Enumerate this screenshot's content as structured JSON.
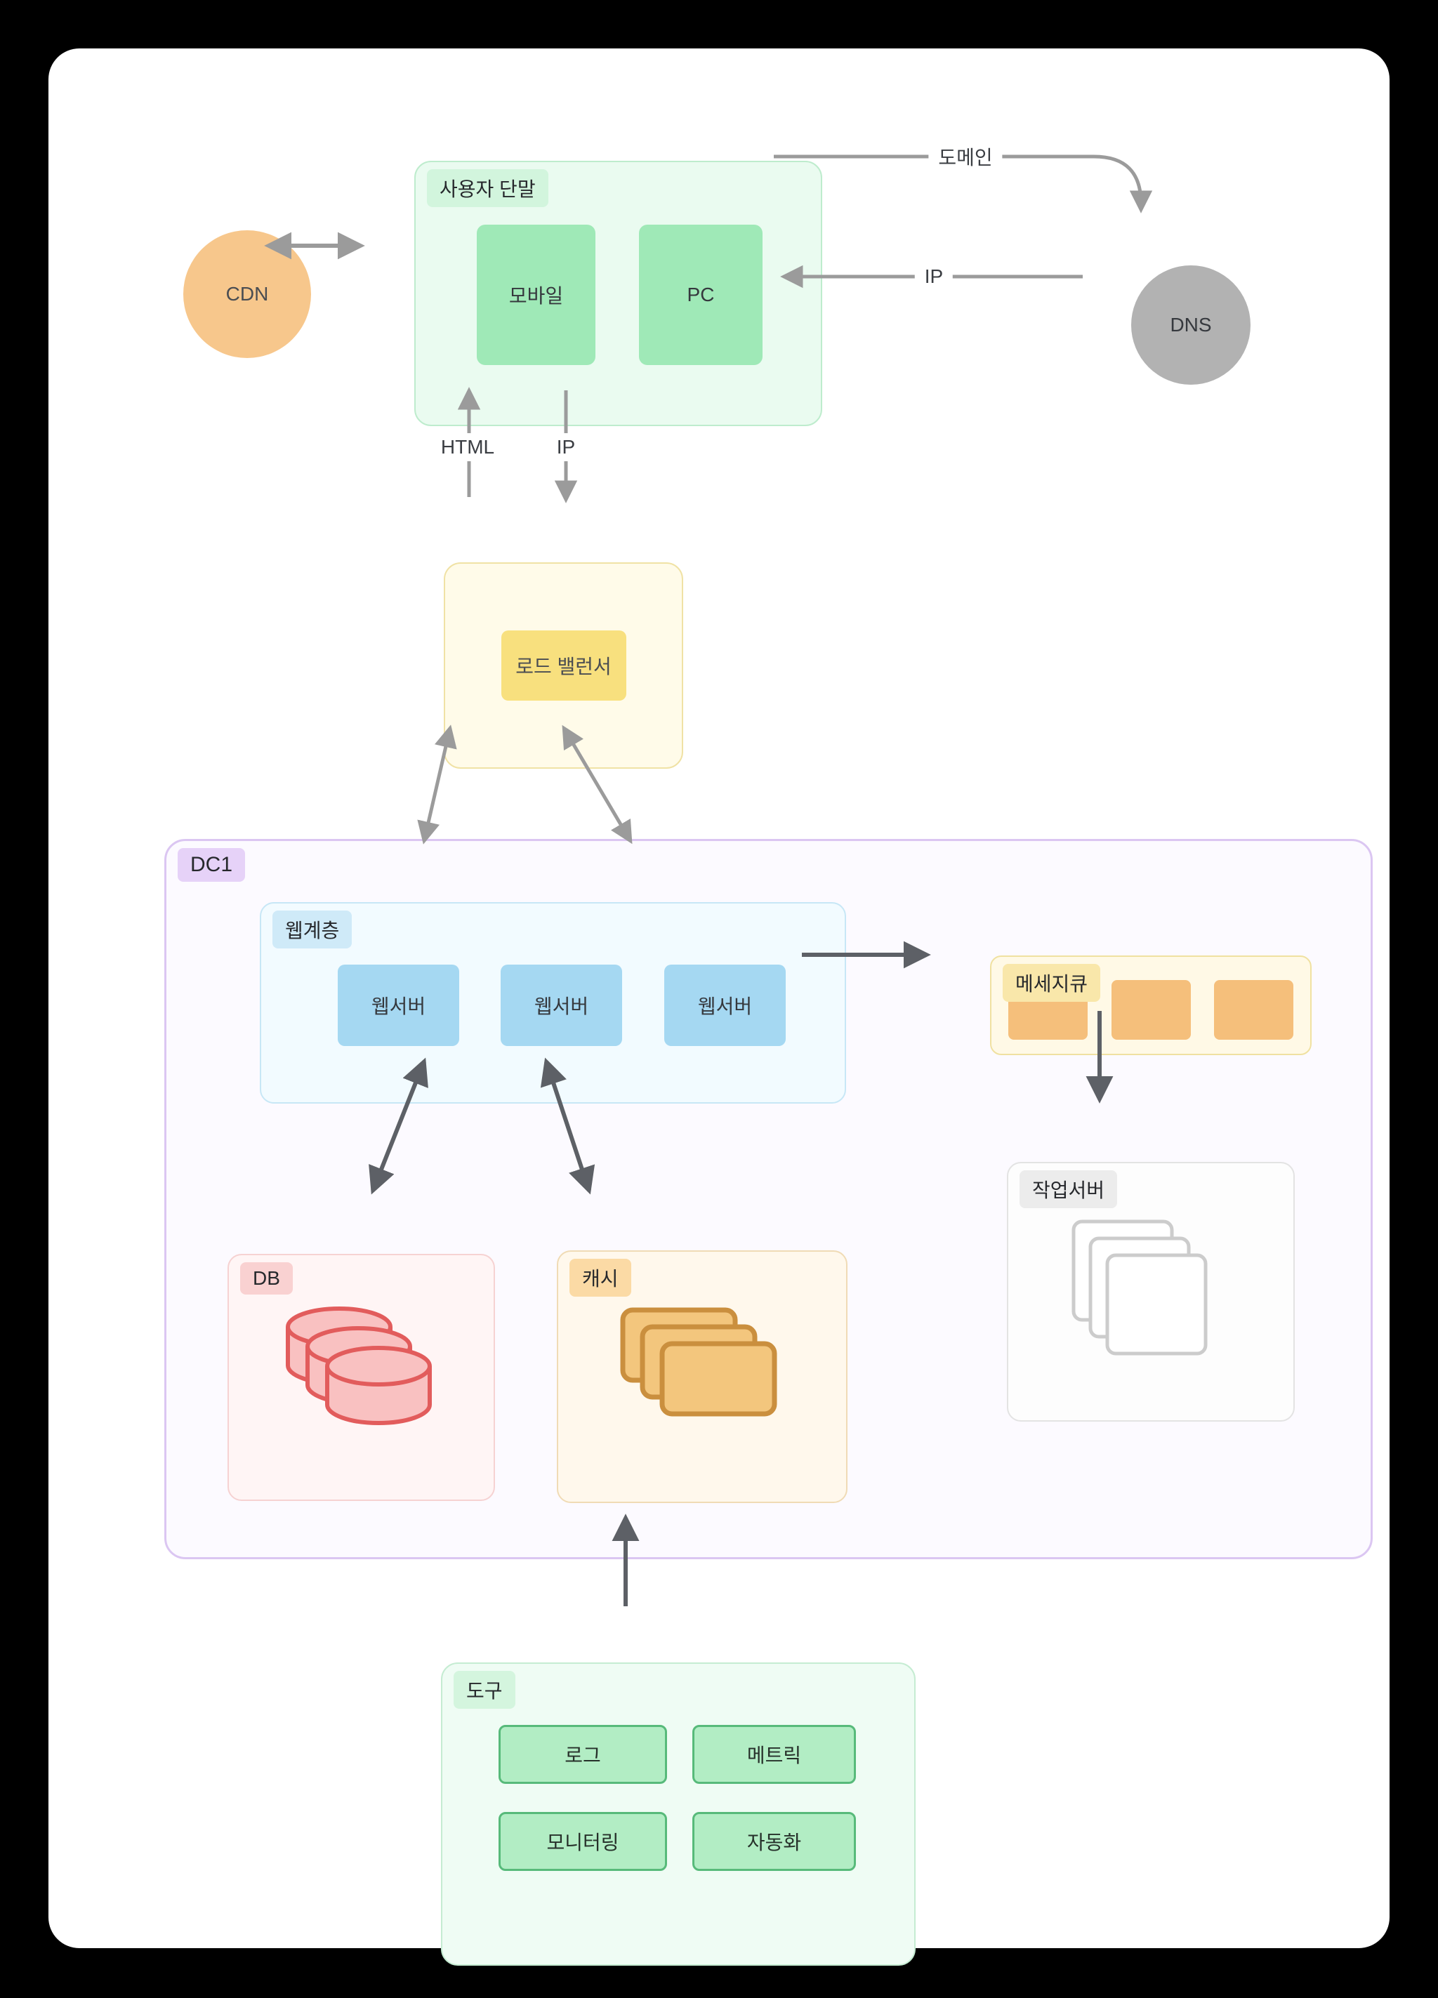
{
  "diagram": {
    "user_terminal": {
      "label": "사용자 단말",
      "mobile": "모바일",
      "pc": "PC"
    },
    "cdn": {
      "label": "CDN"
    },
    "dns": {
      "label": "DNS"
    },
    "load_balancer": {
      "label": "로드 밸런서"
    },
    "dc1": {
      "label": "DC1",
      "web_tier": {
        "label": "웹계층",
        "servers": [
          "웹서버",
          "웹서버",
          "웹서버"
        ]
      },
      "message_queue": {
        "label": "메세지큐"
      },
      "worker_server": {
        "label": "작업서버"
      },
      "db": {
        "label": "DB"
      },
      "cache": {
        "label": "캐시"
      }
    },
    "tools": {
      "label": "도구",
      "items": [
        "로그",
        "메트릭",
        "모니터링",
        "자동화"
      ]
    },
    "edges": {
      "domain": "도메인",
      "dns_ip": "IP",
      "html": "HTML",
      "lb_ip": "IP"
    },
    "colors": {
      "accent_green": "#9fe9b7",
      "accent_blue": "#a5d8f2",
      "accent_yellow": "#f8e07e",
      "accent_orange": "#f5bf7b",
      "accent_pink": "#f9c1c1",
      "accent_purple": "#e6d2f8",
      "arrow_gray": "#9b9b9b",
      "arrow_dark": "#5d6066"
    }
  }
}
